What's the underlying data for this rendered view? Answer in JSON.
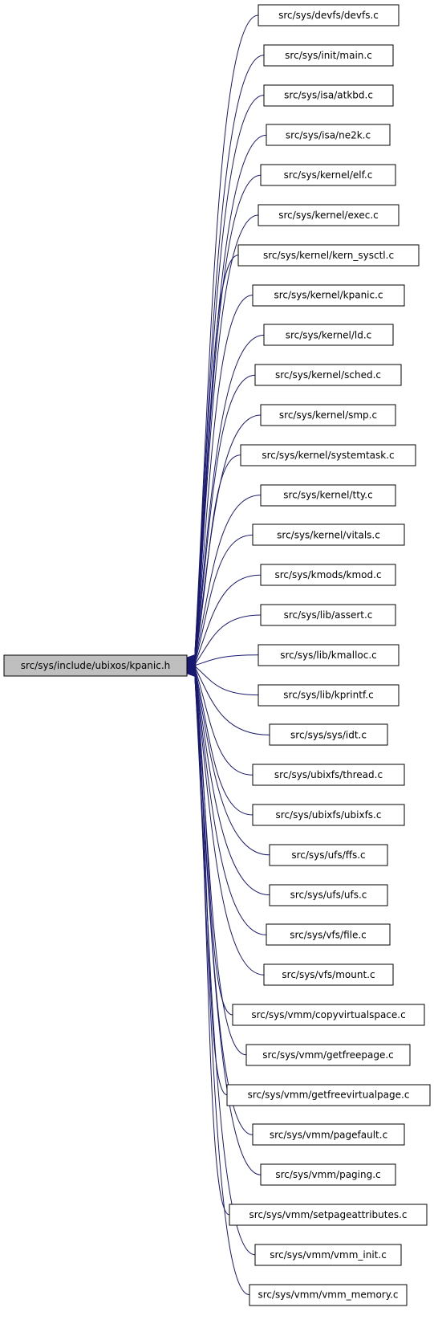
{
  "root": {
    "label": "src/sys/include/ubixos/kpanic.h"
  },
  "nodes": [
    {
      "label": "src/sys/devfs/devfs.c"
    },
    {
      "label": "src/sys/init/main.c"
    },
    {
      "label": "src/sys/isa/atkbd.c"
    },
    {
      "label": "src/sys/isa/ne2k.c"
    },
    {
      "label": "src/sys/kernel/elf.c"
    },
    {
      "label": "src/sys/kernel/exec.c"
    },
    {
      "label": "src/sys/kernel/kern_sysctl.c"
    },
    {
      "label": "src/sys/kernel/kpanic.c"
    },
    {
      "label": "src/sys/kernel/ld.c"
    },
    {
      "label": "src/sys/kernel/sched.c"
    },
    {
      "label": "src/sys/kernel/smp.c"
    },
    {
      "label": "src/sys/kernel/systemtask.c"
    },
    {
      "label": "src/sys/kernel/tty.c"
    },
    {
      "label": "src/sys/kernel/vitals.c"
    },
    {
      "label": "src/sys/kmods/kmod.c"
    },
    {
      "label": "src/sys/lib/assert.c"
    },
    {
      "label": "src/sys/lib/kmalloc.c"
    },
    {
      "label": "src/sys/lib/kprintf.c"
    },
    {
      "label": "src/sys/sys/idt.c"
    },
    {
      "label": "src/sys/ubixfs/thread.c"
    },
    {
      "label": "src/sys/ubixfs/ubixfs.c"
    },
    {
      "label": "src/sys/ufs/ffs.c"
    },
    {
      "label": "src/sys/ufs/ufs.c"
    },
    {
      "label": "src/sys/vfs/file.c"
    },
    {
      "label": "src/sys/vfs/mount.c"
    },
    {
      "label": "src/sys/vmm/copyvirtualspace.c"
    },
    {
      "label": "src/sys/vmm/getfreepage.c"
    },
    {
      "label": "src/sys/vmm/getfreevirtualpage.c"
    },
    {
      "label": "src/sys/vmm/pagefault.c"
    },
    {
      "label": "src/sys/vmm/paging.c"
    },
    {
      "label": "src/sys/vmm/setpageattributes.c"
    },
    {
      "label": "src/sys/vmm/vmm_init.c"
    },
    {
      "label": "src/sys/vmm/vmm_memory.c"
    }
  ],
  "colors": {
    "edge": "#191970",
    "root_fill": "#bfbfbf",
    "node_fill": "#ffffff",
    "border": "#000000"
  }
}
